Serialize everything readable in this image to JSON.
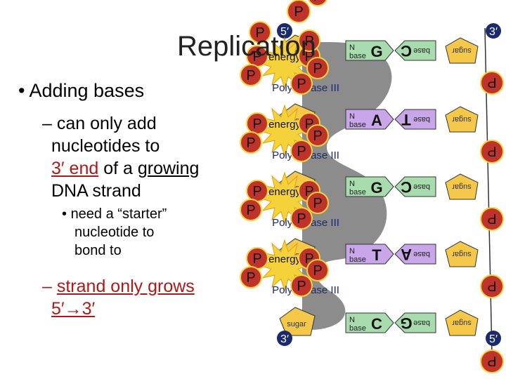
{
  "slide": {
    "title": "Replication",
    "bullet1": "• Adding bases",
    "sub1_dash": "– ",
    "sub1_line1": "can only add",
    "sub1_line2": "nucleotides to",
    "sub1_end": "3′ end",
    "sub1_of": " of a ",
    "sub1_growing": "growing",
    "sub1_line4": "DNA strand",
    "bullet3_dot": "• ",
    "bullet3_l1": "need a “starter”",
    "bullet3_l2": "nucleotide to",
    "bullet3_l3": "bond to",
    "sub2_dash": "– ",
    "sub2_text": "strand only grows",
    "sub2_l2": "5′→3′"
  },
  "diagram": {
    "phosphate": "P",
    "energy": "energy",
    "polymerase": "Polymerase III",
    "sugar": "sugar",
    "base_label_n": "N",
    "base_label": "base",
    "new_bases": [
      "G",
      "A",
      "G",
      "T",
      "C"
    ],
    "template_bases": [
      "C",
      "T",
      "C",
      "A",
      "G"
    ],
    "end_5": "5′",
    "end_3": "3′",
    "colors": {
      "phosphate_fill": "#c0332b",
      "energy_fill": "#f5d23a",
      "sugar_fill": "#f6c84a",
      "base_green": "#a8dcae",
      "base_purple": "#c8a6e8",
      "dot_blue": "#1a2a6c",
      "polymerase_gray": "#808080"
    }
  }
}
